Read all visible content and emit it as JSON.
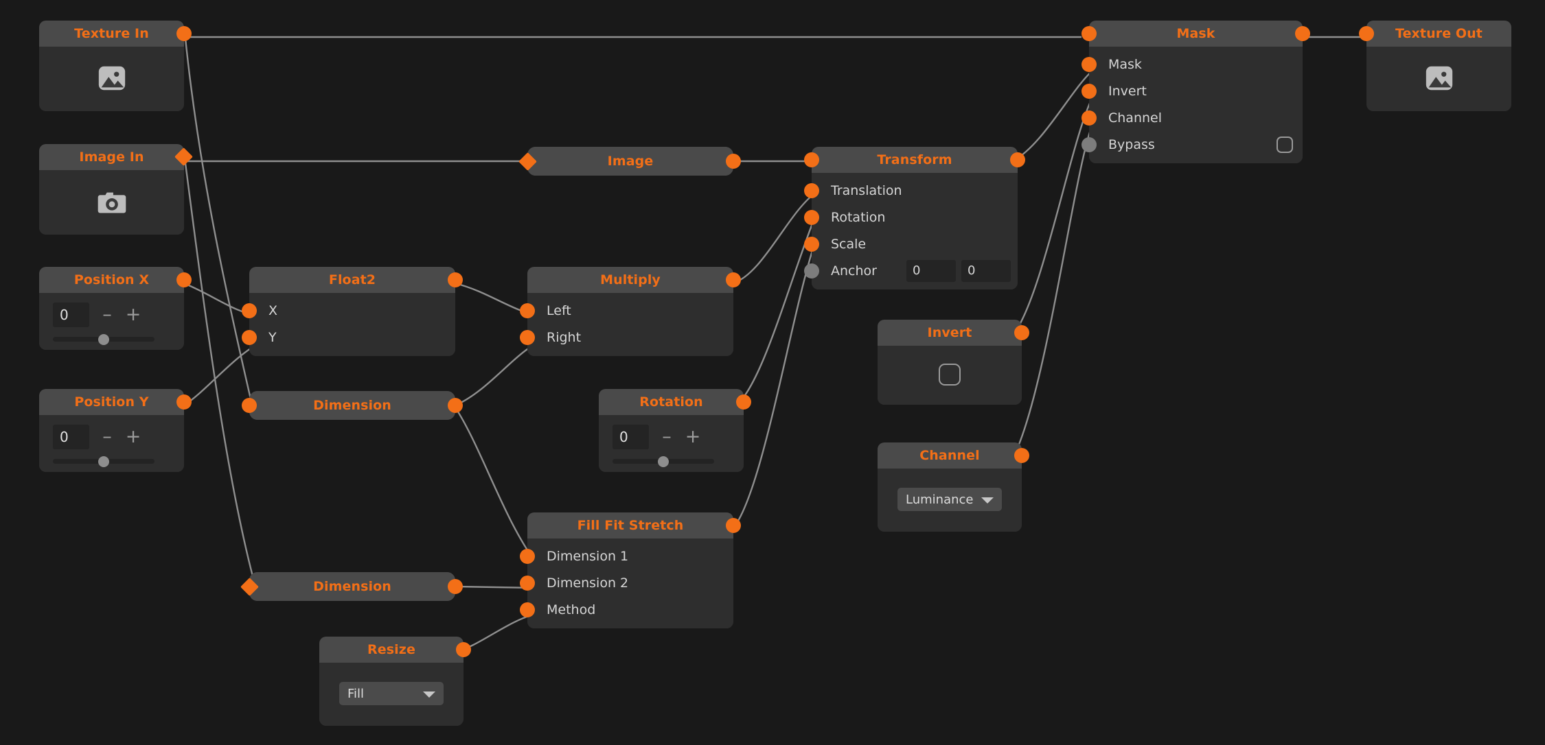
{
  "theme": {
    "background": "#191919",
    "node_body": "#2e2e2e",
    "node_header": "#4a4a4a",
    "accent": "#f36f17",
    "port_connected": "#f36f17",
    "port_unconnected": "#7d7d7d",
    "edge": "#8f8f8f",
    "label_text": "#d6d6d6"
  },
  "nodes": {
    "texture_in": {
      "title": "Texture In",
      "icon": "image-icon",
      "output_port": "circle"
    },
    "image_in": {
      "title": "Image In",
      "icon": "camera-icon",
      "output_port": "diamond"
    },
    "position_x": {
      "title": "Position X",
      "value": "0",
      "minus": "–",
      "plus": "+",
      "slider_pct": 50
    },
    "position_y": {
      "title": "Position Y",
      "value": "0",
      "minus": "–",
      "plus": "+",
      "slider_pct": 50
    },
    "float2": {
      "title": "Float2",
      "inputs": [
        {
          "label": "X"
        },
        {
          "label": "Y"
        }
      ]
    },
    "dimension_a": {
      "title": "Dimension",
      "input_port": "circle",
      "output_port": "circle"
    },
    "dimension_b": {
      "title": "Dimension",
      "input_port": "diamond",
      "output_port": "circle"
    },
    "image": {
      "title": "Image",
      "input_port": "diamond",
      "output_port": "circle"
    },
    "multiply": {
      "title": "Multiply",
      "inputs": [
        {
          "label": "Left"
        },
        {
          "label": "Right"
        }
      ]
    },
    "rotation": {
      "title": "Rotation",
      "value": "0",
      "minus": "–",
      "plus": "+",
      "slider_pct": 50
    },
    "fill_fit_stretch": {
      "title": "Fill Fit Stretch",
      "inputs": [
        {
          "label": "Dimension 1"
        },
        {
          "label": "Dimension 2"
        },
        {
          "label": "Method"
        }
      ]
    },
    "resize": {
      "title": "Resize",
      "dropdown_value": "Fill"
    },
    "transform": {
      "title": "Transform",
      "inputs": [
        {
          "label": "Translation",
          "connected": true
        },
        {
          "label": "Rotation",
          "connected": true
        },
        {
          "label": "Scale",
          "connected": true
        },
        {
          "label": "Anchor",
          "connected": false,
          "field_1": "0",
          "field_2": "0"
        }
      ]
    },
    "invert": {
      "title": "Invert",
      "checked": false
    },
    "channel": {
      "title": "Channel",
      "dropdown_value": "Luminance"
    },
    "mask": {
      "title": "Mask",
      "inputs": [
        {
          "label": "Mask",
          "connected": true
        },
        {
          "label": "Invert",
          "connected": true
        },
        {
          "label": "Channel",
          "connected": true
        },
        {
          "label": "Bypass",
          "connected": false,
          "checked": false
        }
      ]
    },
    "texture_out": {
      "title": "Texture Out",
      "icon": "image-icon"
    }
  }
}
